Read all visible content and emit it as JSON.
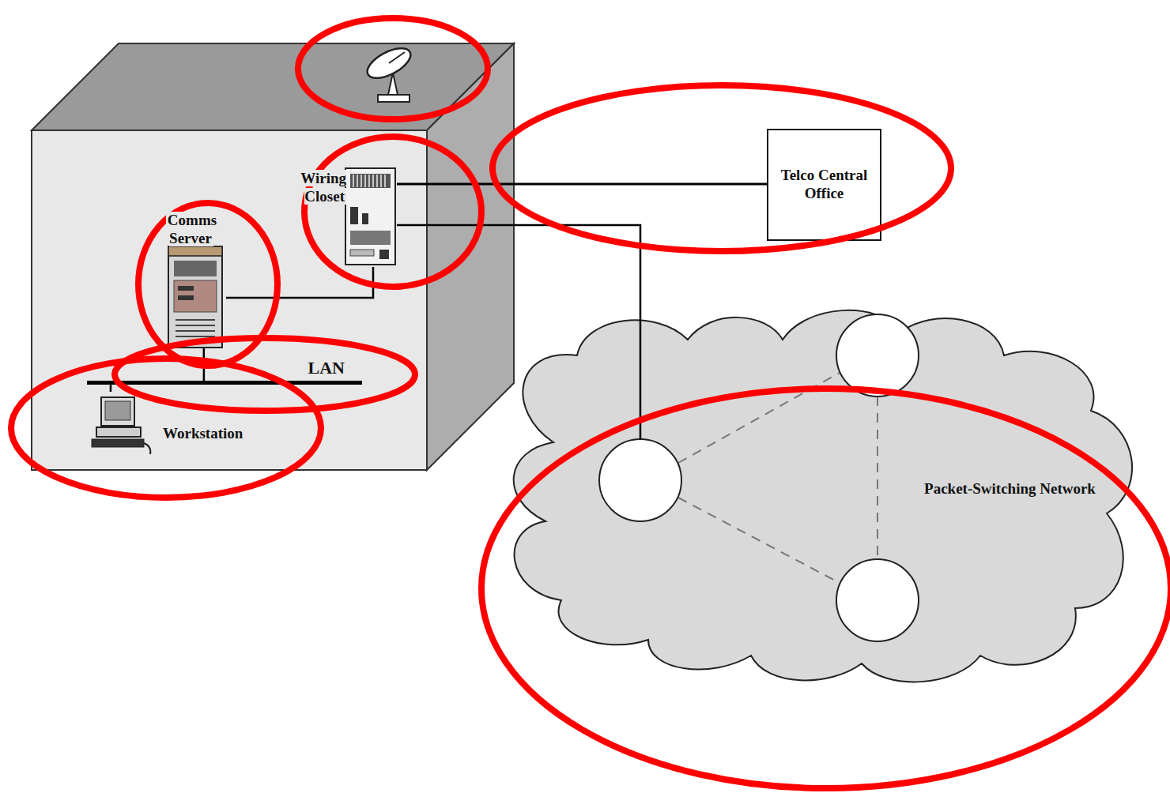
{
  "diagram": {
    "nodes": [
      {
        "text": [
          "Wiring Closet"
        ]
      },
      {
        "text": [
          "Comms Server"
        ]
      },
      {
        "text": [
          "LAN"
        ]
      },
      {
        "text": [
          "Workstation"
        ]
      },
      {
        "text": [
          "Telco Central Office"
        ]
      },
      {
        "text": [
          "Packet-Switching Network"
        ]
      }
    ],
    "edges": [
      {
        "from": 1,
        "to": 0,
        "arrow": "none"
      },
      {
        "from": 1,
        "to": 2,
        "arrow": "none"
      },
      {
        "from": 3,
        "to": 2,
        "arrow": "none"
      },
      {
        "from": 0,
        "to": 4,
        "arrow": "none"
      },
      {
        "from": 0,
        "to": 5,
        "arrow": "none"
      }
    ]
  }
}
